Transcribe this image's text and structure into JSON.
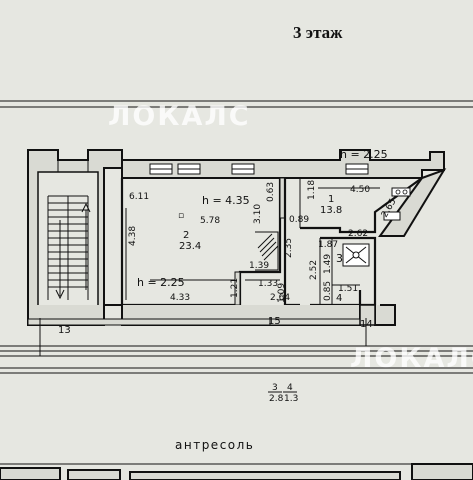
{
  "floor_title": "3 этаж",
  "watermark": "ЛОКАЛС",
  "mezzanine_label": "антресоль",
  "ceiling_heights": {
    "main": "h = 4.35",
    "right": "h = 2.25",
    "left": "h = 2.25"
  },
  "rooms": {
    "r2": {
      "number": "2",
      "area": "23.4"
    },
    "r1": {
      "number": "1",
      "area": "13.8"
    },
    "r3": {
      "number": "3"
    },
    "r4": {
      "number": "4"
    }
  },
  "mezzanine_rooms": {
    "r3": {
      "number": "3",
      "area": "2.8"
    },
    "r4": {
      "number": "4",
      "area": "1.3"
    }
  },
  "dimensions": {
    "d611": "6.11",
    "d578": "5.78",
    "d438": "4.38",
    "d433": "4.33",
    "d063": "0.63",
    "d310": "3.10",
    "d139": "1.39",
    "d133": "1.33",
    "d121": "1.21",
    "d264": "2.64",
    "d109": "1.09",
    "d235": "2.35",
    "d089": "0.89",
    "d118": "1.18",
    "d450": "4.50",
    "d265": "2.65",
    "d262": "2.62",
    "d187": "1.87",
    "d149": "1.49",
    "d252": "2.52",
    "d085": "0.85",
    "d151": "1.51"
  },
  "axes": {
    "a13": "13",
    "a15": "15",
    "a14": "14"
  }
}
